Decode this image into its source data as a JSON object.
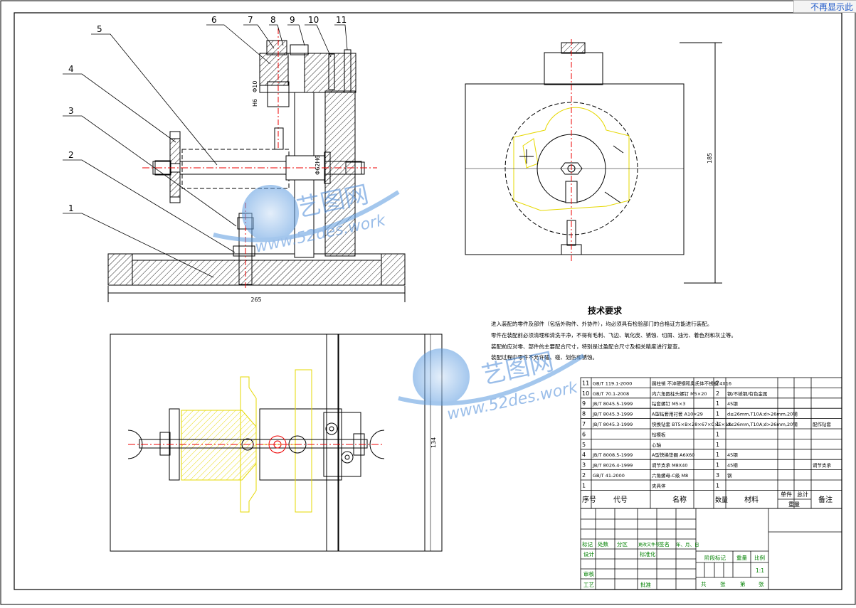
{
  "top_link": "不再显示此",
  "balloons": [
    "1",
    "2",
    "3",
    "4",
    "5",
    "6",
    "7",
    "8",
    "9",
    "10",
    "11"
  ],
  "dims": {
    "front_width": "265",
    "side_height": "185",
    "plan_height": "134",
    "fit1": "Φ10",
    "fit2": "H6",
    "fit3": "Φ62H6"
  },
  "watermark": {
    "brand": "艺图网",
    "url": "www.52des.work"
  },
  "tech": {
    "title": "技术要求",
    "lines": [
      "进入装配的零件及部件（包括外购件、外协件），均必须具有检验部门的合格证方能进行装配。",
      "零件在装配前必须清理和清洗干净，不得有毛刺、飞边、氧化皮、锈蚀、切屑、油污、着色剂和灰尘等。",
      "装配前应对零、部件的主要配合尺寸，特别是过盈配合尺寸及相关精度进行复查。",
      "装配过程中零件不允许磕、碰、划伤和锈蚀。"
    ]
  },
  "bom_rows": [
    {
      "no": "11",
      "code": "GB/T 119.1-2000",
      "name": "圆柱销 不淬硬钢和奥氏体不锈钢 4X16",
      "qty": "2",
      "mat": "",
      "note": ""
    },
    {
      "no": "10",
      "code": "GB/T 70.1-2008",
      "name": "内六角圆柱头螺钉 M5×20",
      "qty": "2",
      "mat": "钢/不锈钢/有色金属",
      "note": ""
    },
    {
      "no": "9",
      "code": "JB/T 8045.5-1999",
      "name": "钻套螺钉 M5×3",
      "qty": "1",
      "mat": "45钢",
      "note": ""
    },
    {
      "no": "8",
      "code": "JB/T 8045.3-1999",
      "name": "A型钻套用衬套 A10×29",
      "qty": "1",
      "mat": "d≤26mm,T10A;d>26mm,20钢",
      "note": ""
    },
    {
      "no": "7",
      "code": "JB/T 8045.3-1999",
      "name": "快换钻套 BT5×B×28×67×C×E×1X",
      "qty": "1",
      "mat": "d≤26mm,T10A;d>26mm,20钢",
      "note": "配作钻套"
    },
    {
      "no": "6",
      "code": "",
      "name": "钻模板",
      "qty": "1",
      "mat": "",
      "note": ""
    },
    {
      "no": "5",
      "code": "",
      "name": "心轴",
      "qty": "1",
      "mat": "",
      "note": ""
    },
    {
      "no": "4",
      "code": "JB/T 8008.5-1999",
      "name": "A型快换垫圈 A6X60",
      "qty": "1",
      "mat": "45钢",
      "note": ""
    },
    {
      "no": "3",
      "code": "JB/T 8026.4-1999",
      "name": "调节支承 M8X40",
      "qty": "1",
      "mat": "45钢",
      "note": "调节支承"
    },
    {
      "no": "2",
      "code": "GB/T 41-2000",
      "name": "六角螺母-C级 M8",
      "qty": "3",
      "mat": "钢",
      "note": ""
    },
    {
      "no": "1",
      "code": "",
      "name": "夹具体",
      "qty": "1",
      "mat": "",
      "note": ""
    }
  ],
  "bom_header": {
    "no": "序号",
    "code": "代号",
    "name": "名称",
    "qty": "数量",
    "mat": "材料",
    "unit": "单件",
    "total": "总计",
    "weight": "重量",
    "note": "备注"
  },
  "title_block": {
    "mark": "标记",
    "count": "处数",
    "zone": "分区",
    "doc": "更改文件号",
    "sign": "签名",
    "date": "年、月、日",
    "design": "设计",
    "standard": "标准化",
    "stage": "阶段标记",
    "weight": "重量",
    "scale": "比例",
    "scale_value": "1:1",
    "review": "审核",
    "process": "工艺",
    "approve": "批准",
    "sheets": [
      "共",
      "张",
      "第",
      "张"
    ]
  }
}
